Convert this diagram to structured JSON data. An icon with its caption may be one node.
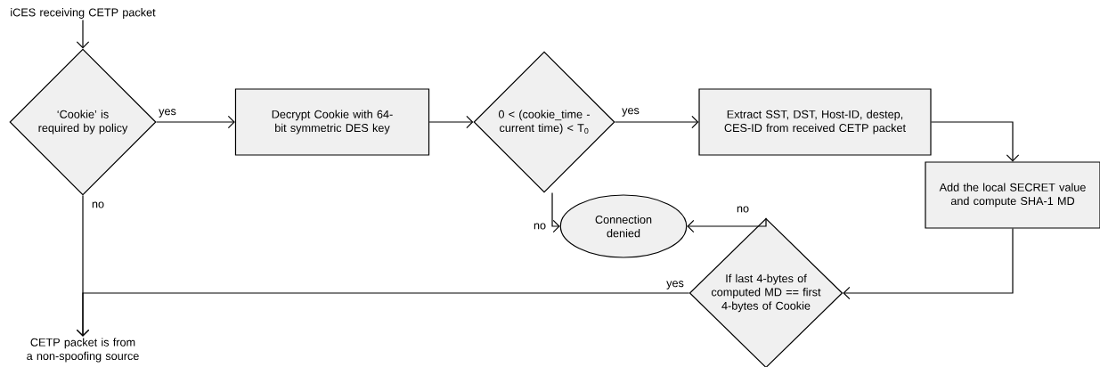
{
  "diagram": {
    "nodes": [
      {
        "text": [
          "iCES receiving CETP packet"
        ]
      },
      {
        "text": [
          "‘Cookie’ is required by policy"
        ]
      },
      {
        "text": [
          "Decrypt Cookie with 64-bit symmetric DES key"
        ]
      },
      {
        "text": [
          "0 < (cookie_time - current time) < T$_{0}$"
        ]
      },
      {
        "text": [
          "Extract SST, DST, Host-ID, destep, CES-ID from received CETP packet"
        ]
      },
      {
        "text": [
          "Add the local SECRET value and compute SHA-1 MD"
        ]
      },
      {
        "text": [
          "If last 4-bytes of computed MD == first 4-bytes of Cookie"
        ]
      },
      {
        "text": [
          "Connection denied"
        ]
      },
      {
        "text": [
          "CETP packet is from a non-spoofing source"
        ]
      }
    ],
    "edges": [
      {
        "from": 0,
        "to": 1,
        "arrow": "to"
      },
      {
        "from": 1,
        "to": 2,
        "arrow": "to",
        "label": "yes"
      },
      {
        "from": 2,
        "to": 3,
        "arrow": "to"
      },
      {
        "from": 3,
        "to": 4,
        "arrow": "to",
        "label": "yes"
      },
      {
        "from": 3,
        "to": 7,
        "arrow": "to",
        "label": "no"
      },
      {
        "from": 4,
        "to": 5,
        "arrow": "to"
      },
      {
        "from": 5,
        "to": 6,
        "arrow": "to"
      },
      {
        "from": 6,
        "to": 7,
        "arrow": "to",
        "label": "no"
      },
      {
        "from": 6,
        "to": 8,
        "arrow": "to",
        "label": "yes"
      },
      {
        "from": 1,
        "to": 8,
        "arrow": "to",
        "label": "no"
      }
    ]
  }
}
